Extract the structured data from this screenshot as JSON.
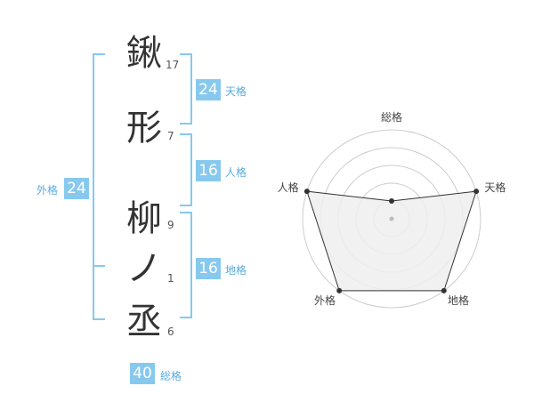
{
  "name": {
    "characters": [
      {
        "char": "鍬",
        "strokes": "17"
      },
      {
        "char": "形",
        "strokes": "7"
      },
      {
        "char": "柳",
        "strokes": "9"
      },
      {
        "char": "ノ",
        "strokes": "1"
      },
      {
        "char": "丞",
        "strokes": "6"
      }
    ]
  },
  "fortunes": {
    "tenkaku": {
      "value": "24",
      "label": "天格"
    },
    "jinkaku": {
      "value": "16",
      "label": "人格"
    },
    "chikaku": {
      "value": "16",
      "label": "地格"
    },
    "gaikaku": {
      "value": "24",
      "label": "外格"
    },
    "soukaku": {
      "value": "40",
      "label": "総格"
    }
  },
  "chart_data": {
    "type": "radar",
    "axes": [
      "総格",
      "天格",
      "地格",
      "外格",
      "人格"
    ],
    "values": [
      1,
      5,
      5,
      5,
      5
    ],
    "rmax": 5,
    "colors": {
      "fill": "#eeeeee",
      "line": "#333333",
      "grid": "#cccccc",
      "point": "#333333"
    }
  },
  "colors": {
    "accent": "#87c9ee"
  }
}
